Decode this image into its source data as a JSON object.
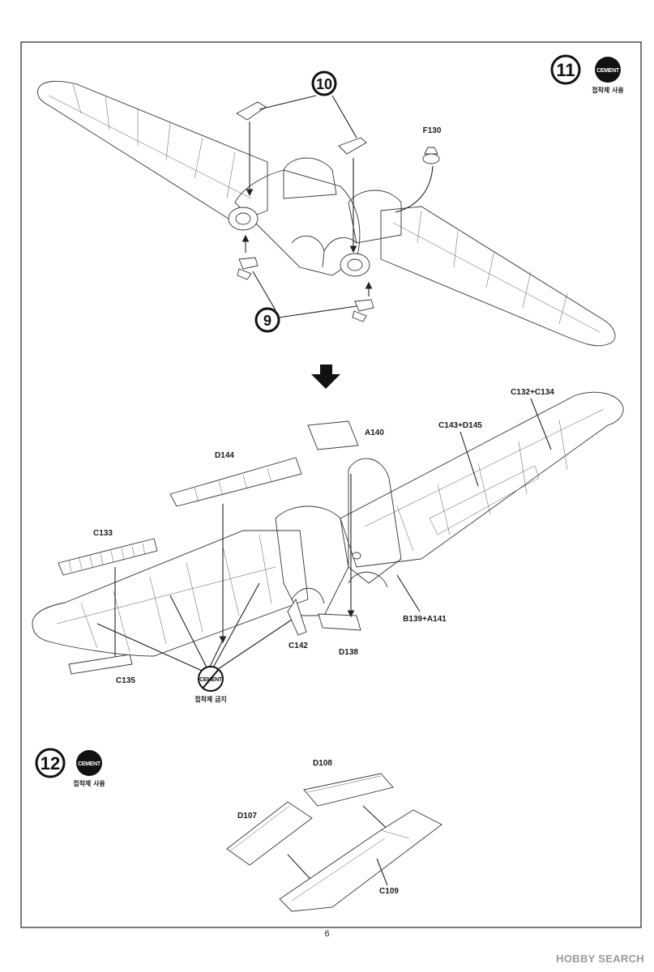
{
  "page_number": "6",
  "watermark": "HOBBY SEARCH",
  "step11": {
    "number": "11",
    "cement_badge": "CEMENT",
    "cement_note": "접착제 사용",
    "sub_step_a": "10",
    "sub_step_b": "9",
    "part_f130": "F130"
  },
  "step11b": {
    "labels": {
      "a140": "A140",
      "c132_c134": "C132+C134",
      "c143_d145": "C143+D145",
      "d144": "D144",
      "c133": "C133",
      "c142": "C142",
      "c135": "C135",
      "d138": "D138",
      "b139_a141": "B139+A141"
    },
    "no_cement_badge": "CEMENT",
    "no_cement_note": "접착제 금지"
  },
  "step12": {
    "number": "12",
    "cement_badge": "CEMENT",
    "cement_note": "접착제 사용",
    "labels": {
      "d108": "D108",
      "d107": "D107",
      "c109": "C109"
    }
  }
}
